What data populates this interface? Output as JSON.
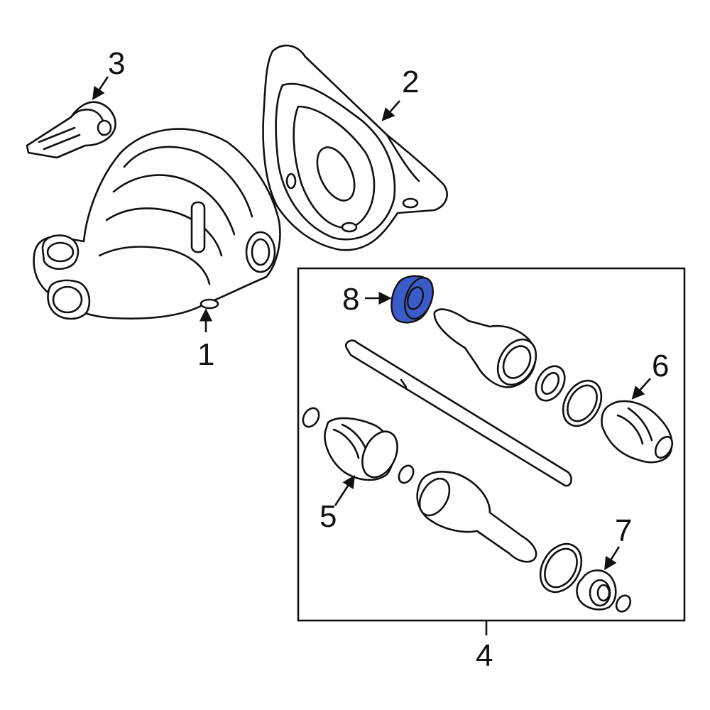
{
  "callouts": [
    {
      "label": "1"
    },
    {
      "label": "2"
    },
    {
      "label": "3"
    },
    {
      "label": "4"
    },
    {
      "label": "5"
    },
    {
      "label": "6"
    },
    {
      "label": "7"
    },
    {
      "label": "8"
    }
  ],
  "colors": {
    "highlight": "#3b5cc8",
    "line": "#111111",
    "background": "#ffffff"
  }
}
